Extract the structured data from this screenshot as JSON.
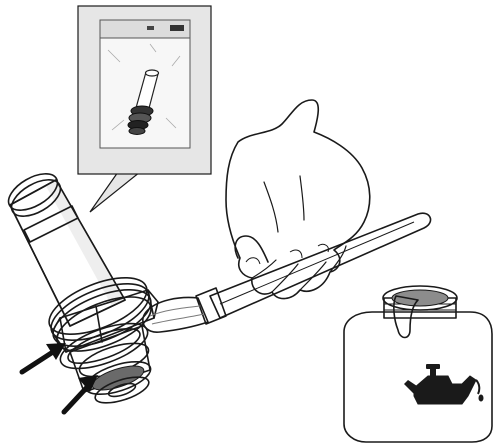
{
  "illustration": {
    "kind": "maintenance-instruction",
    "panels": [
      "packaged-cartridge-inset",
      "cartridge-with-o-rings",
      "hand-with-brush",
      "lubricant-bottle"
    ],
    "arrows": 2,
    "icon": "oil-can-icon",
    "colors": {
      "ink": "#1a1a1a",
      "inset_bg": "#e6e6e6",
      "grey_light": "#d8d8d8",
      "grey_mid": "#bdbdbd",
      "grey_dark": "#7a7a7a",
      "grease": "#8c8c8c",
      "bottle": "#e9e9e9"
    }
  }
}
